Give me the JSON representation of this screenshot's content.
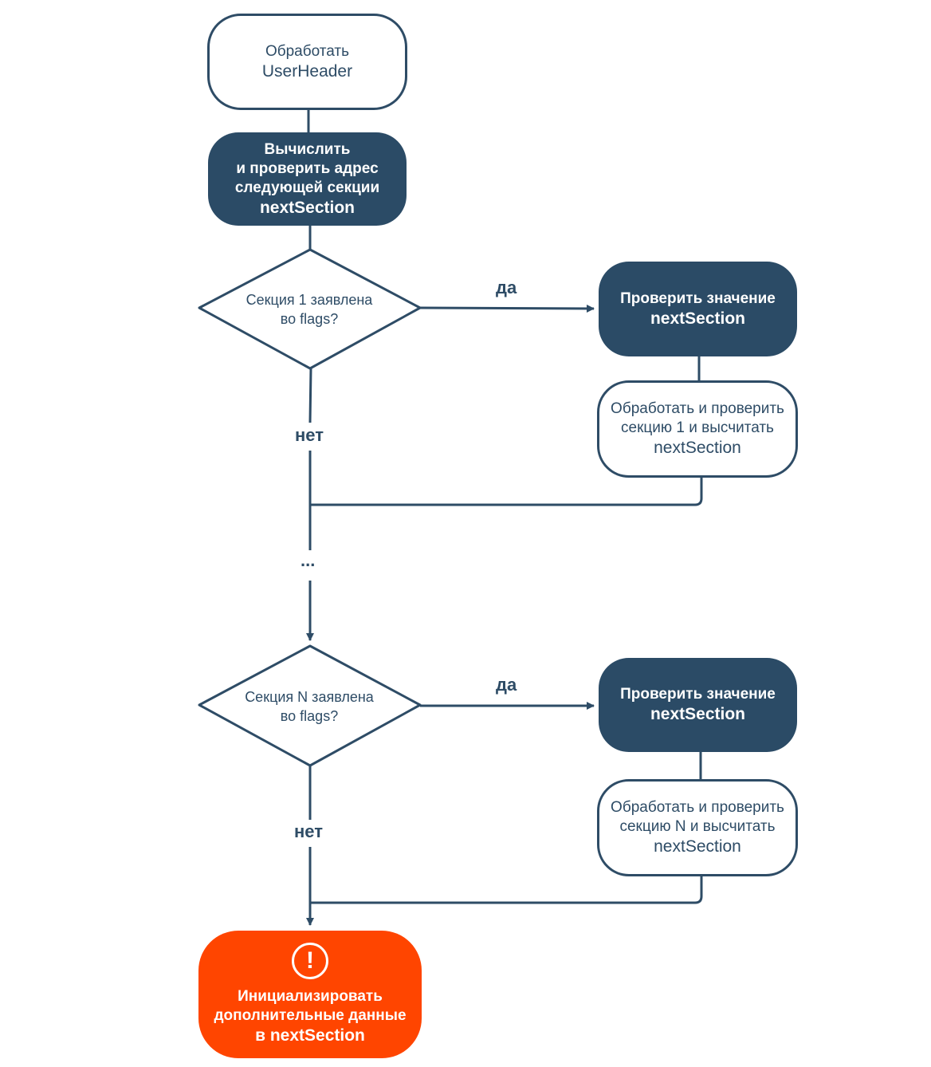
{
  "start": {
    "line1": "Обработать",
    "line2": "UserHeader"
  },
  "compute": {
    "line1": "Вычислить",
    "line2": "и проверить адрес",
    "line3": "следующей секции",
    "line4": "nextSection"
  },
  "decision1": {
    "line1": "Секция 1 заявлена",
    "line2": "во flags?"
  },
  "decision2": {
    "line1": "Секция N заявлена",
    "line2": "во flags?"
  },
  "check1": {
    "line1": "Проверить значение",
    "line2": "nextSection"
  },
  "check2": {
    "line1": "Проверить значение",
    "line2": "nextSection"
  },
  "process1": {
    "line1": "Обработать и проверить",
    "line2": "секцию 1 и высчитать",
    "line3": "nextSection"
  },
  "process2": {
    "line1": "Обработать и проверить",
    "line2": "секцию N и высчитать",
    "line3": "nextSection"
  },
  "labels": {
    "yes": "да",
    "no": "нет",
    "ellipsis": "..."
  },
  "final": {
    "icon": "!",
    "line1": "Инициализировать",
    "line2": "дополнительные данные",
    "line3": "в nextSection"
  },
  "colors": {
    "primary": "#2b4b66",
    "alert": "#ff4500",
    "background": "#ffffff"
  }
}
